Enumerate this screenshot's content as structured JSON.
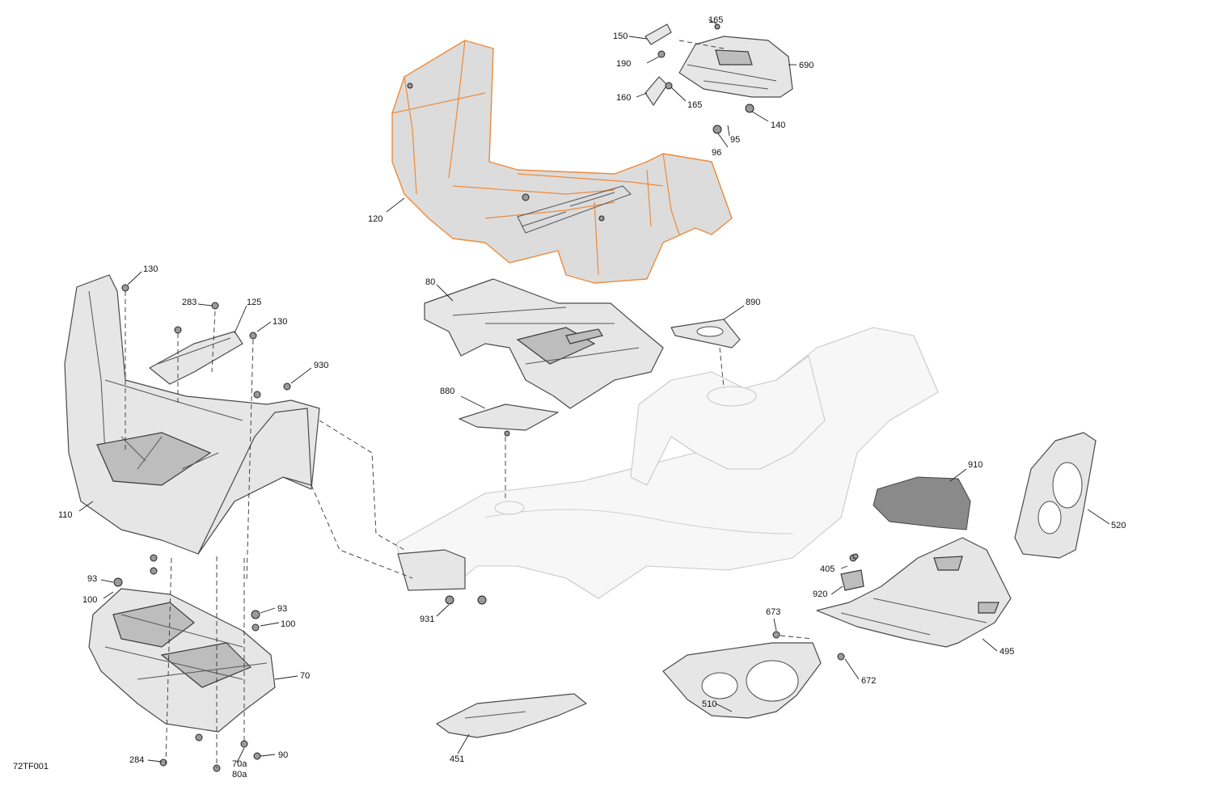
{
  "figure_id": "72TF001",
  "colors": {
    "highlight": "#ee8a3a",
    "line": "#4a4a4a",
    "ghost": "#c9c9c9"
  },
  "callouts": {
    "c150": "150",
    "c165a": "165",
    "c690": "690",
    "c190": "190",
    "c160": "160",
    "c165b": "165",
    "c140": "140",
    "c95": "95",
    "c96": "96",
    "c120": "120",
    "c80": "80",
    "c890": "890",
    "c880": "880",
    "c130a": "130",
    "c283": "283",
    "c125": "125",
    "c130b": "130",
    "c930": "930",
    "c110": "110",
    "c93a": "93",
    "c100a": "100",
    "c93b": "93",
    "c100b": "100",
    "c70": "70",
    "c931": "931",
    "c910": "910",
    "c520": "520",
    "c405": "405",
    "c920": "920",
    "c673": "673",
    "c495": "495",
    "c672": "672",
    "c510": "510",
    "c451": "451",
    "c284": "284",
    "c70a": "70a",
    "c80a": "80a",
    "c90": "90"
  }
}
